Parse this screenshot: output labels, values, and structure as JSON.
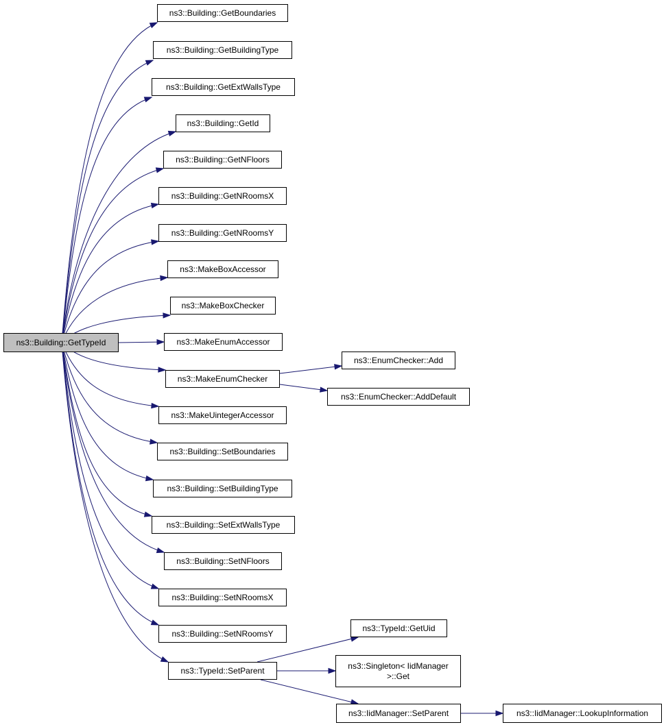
{
  "graph": {
    "root": "ns3::Building::GetTypeId",
    "callees": [
      "ns3::Building::GetBoundaries",
      "ns3::Building::GetBuildingType",
      "ns3::Building::GetExtWallsType",
      "ns3::Building::GetId",
      "ns3::Building::GetNFloors",
      "ns3::Building::GetNRoomsX",
      "ns3::Building::GetNRoomsY",
      "ns3::MakeBoxAccessor",
      "ns3::MakeBoxChecker",
      "ns3::MakeEnumAccessor",
      "ns3::MakeEnumChecker",
      "ns3::MakeUintegerAccessor",
      "ns3::Building::SetBoundaries",
      "ns3::Building::SetBuildingType",
      "ns3::Building::SetExtWallsType",
      "ns3::Building::SetNFloors",
      "ns3::Building::SetNRoomsX",
      "ns3::Building::SetNRoomsY",
      "ns3::TypeId::SetParent"
    ],
    "enum_checker_callees": [
      "ns3::EnumChecker::Add",
      "ns3::EnumChecker::AddDefault"
    ],
    "set_parent_callees": [
      "ns3::TypeId::GetUid",
      "ns3::Singleton< IidManager >::Get",
      "ns3::IidManager::SetParent"
    ],
    "iid_set_parent_callee": "ns3::IidManager::LookupInformation",
    "singleton_line1": "ns3::Singleton< IidManager",
    "singleton_line2": ">::Get",
    "colors": {
      "edge": "#191970",
      "root_fill": "#bfbfbf",
      "node_fill": "#ffffff",
      "node_border": "#000000"
    }
  }
}
